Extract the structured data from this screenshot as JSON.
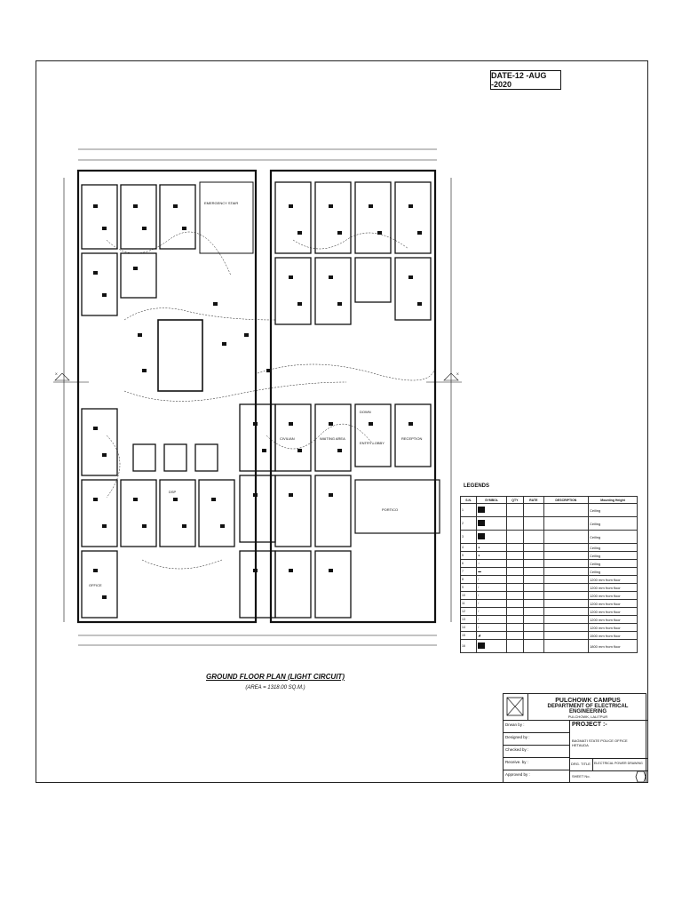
{
  "date": "DATE-12 -AUG -2020",
  "plan": {
    "title": "GROUND FLOOR PLAN (LIGHT CIRCUIT)",
    "area": "(AREA = 1318.00 SQ.M.)",
    "section_marker": "X",
    "rooms": [
      {
        "label": "EMERGENCY STAIR"
      },
      {
        "label": "OFFICE"
      },
      {
        "label": "RECEPTION"
      },
      {
        "label": "ENTRY LOBBY"
      },
      {
        "label": "PORTICO"
      },
      {
        "label": "WAITING AREA"
      },
      {
        "label": "DSP"
      },
      {
        "label": "CIVILIAN"
      },
      {
        "label": "DOWN"
      }
    ]
  },
  "legends": {
    "title": "LEGENDS",
    "columns": [
      "S.N.",
      "SYMBOL",
      "QTY",
      "RATE",
      "DESCRIPTION",
      "Mounting Height"
    ],
    "rows": [
      {
        "sn": "1",
        "height": "Ceiling"
      },
      {
        "sn": "2",
        "height": "Ceiling"
      },
      {
        "sn": "3",
        "height": "Ceiling"
      },
      {
        "sn": "4",
        "height": "Ceiling"
      },
      {
        "sn": "5",
        "height": "Ceiling"
      },
      {
        "sn": "6",
        "height": "Ceiling"
      },
      {
        "sn": "7",
        "height": "Ceiling"
      },
      {
        "sn": "8",
        "height": "1200 mm from floor"
      },
      {
        "sn": "9",
        "height": "1200 mm from floor"
      },
      {
        "sn": "10",
        "height": "1200 mm from floor"
      },
      {
        "sn": "11",
        "height": "1200 mm from floor"
      },
      {
        "sn": "12",
        "height": "1200 mm from floor"
      },
      {
        "sn": "13",
        "height": "1200 mm from floor"
      },
      {
        "sn": "14",
        "height": "1200 mm from floor"
      },
      {
        "sn": "15",
        "height": "1500 mm from floor"
      },
      {
        "sn": "16",
        "height": "1800 mm from floor"
      }
    ]
  },
  "title_block": {
    "campus": "PULCHOWK CAMPUS",
    "department": "DEPARTMENT OF ELECTRICAL ENGINEERING",
    "location": "PULCHOWK, LALITPUR",
    "project_label": "PROJECT :-",
    "project_name": "BAGMATI STATE POLICE OFFICE",
    "project_place": "HETAUDA",
    "drawn_by": "Drwan by :",
    "designed_by": "Designed by :",
    "checked_by": "Checked by :",
    "receive_by": "Receive. by :",
    "approved_by": "Approved by :",
    "drg_title_label": "DRG. TITLE",
    "drg_title": "ELECTRICAL POWER DRAWING",
    "sheet_no": "SHEET No."
  }
}
